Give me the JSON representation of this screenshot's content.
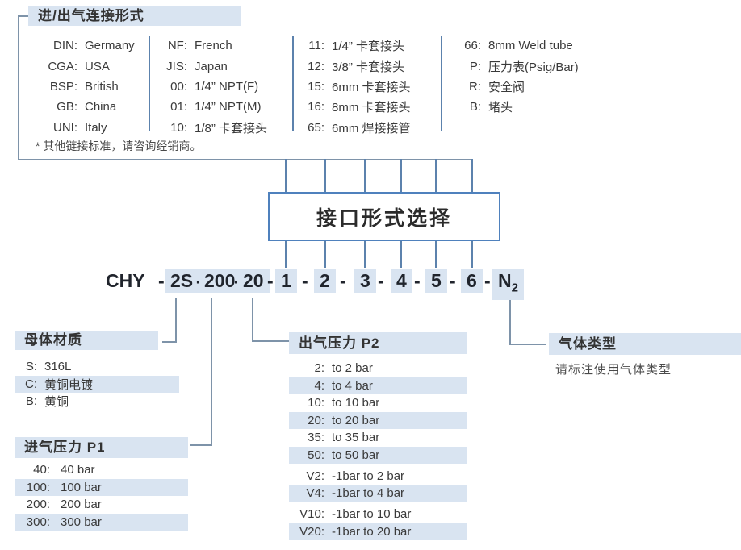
{
  "colors": {
    "highlight": "#d9e4f1",
    "connector_line": "#7e93a9",
    "drop_line": "#5c82ad",
    "box_border": "#4f81bd",
    "text": "#3a3a3a"
  },
  "top_table": {
    "header": "进/出气连接形式",
    "footnote": "* 其他链接标准，请咨询经销商。",
    "col1": [
      {
        "key": "DIN:",
        "value": "Germany"
      },
      {
        "key": "CGA:",
        "value": "USA"
      },
      {
        "key": "BSP:",
        "value": "British"
      },
      {
        "key": "GB:",
        "value": "China"
      },
      {
        "key": "UNI:",
        "value": "Italy"
      }
    ],
    "col2": [
      {
        "key": "NF:",
        "value": "French"
      },
      {
        "key": "JIS:",
        "value": "Japan"
      },
      {
        "key": "00:",
        "value": "1/4” NPT(F)"
      },
      {
        "key": "01:",
        "value": "1/4” NPT(M)"
      },
      {
        "key": "10:",
        "value": "1/8” 卡套接头"
      }
    ],
    "col3": [
      {
        "key": "11:",
        "value": "1/4” 卡套接头"
      },
      {
        "key": "12:",
        "value": "3/8” 卡套接头"
      },
      {
        "key": "15:",
        "value": "6mm 卡套接头"
      },
      {
        "key": "16:",
        "value": "8mm 卡套接头"
      },
      {
        "key": "65:",
        "value": "6mm 焊接接管"
      }
    ],
    "col4": [
      {
        "key": "66:",
        "value": "8mm Weld tube"
      },
      {
        "key": "P:",
        "value": "压力表(Psig/Bar)"
      },
      {
        "key": "R:",
        "value": "安全阀"
      },
      {
        "key": "B:",
        "value": "堵头"
      }
    ]
  },
  "selector_box": {
    "label": "接口形式选择"
  },
  "model_code": {
    "prefix": "CHY",
    "dash": "-",
    "material_code": "2S",
    "p1_code": "200",
    "p2_code": "20",
    "port_codes": [
      "1",
      "2",
      "3",
      "4",
      "5",
      "6"
    ],
    "gas_code": "N",
    "gas_sub": "2"
  },
  "sections": {
    "material": {
      "title": "母体材质",
      "rows": [
        {
          "key": "S:",
          "value": "316L"
        },
        {
          "key": "C:",
          "value": "黄铜电镀"
        },
        {
          "key": "B:",
          "value": "黄铜"
        }
      ]
    },
    "inlet_pressure": {
      "title": "进气压力 P1",
      "rows": [
        {
          "key": "40:",
          "value": "40 bar"
        },
        {
          "key": "100:",
          "value": "100 bar"
        },
        {
          "key": "200:",
          "value": "200 bar"
        },
        {
          "key": "300:",
          "value": "300 bar"
        }
      ]
    },
    "outlet_pressure": {
      "title": "出气压力 P2",
      "rows": [
        {
          "key": "2:",
          "value": "to 2 bar"
        },
        {
          "key": "4:",
          "value": "to 4 bar"
        },
        {
          "key": "10:",
          "value": "to 10 bar"
        },
        {
          "key": "20:",
          "value": "to 20 bar"
        },
        {
          "key": "35:",
          "value": "to 35 bar"
        },
        {
          "key": "50:",
          "value": "to 50 bar"
        },
        {
          "key": "V2:",
          "value": "-1bar to 2 bar"
        },
        {
          "key": "V4:",
          "value": "-1bar to 4 bar"
        },
        {
          "key": "V10:",
          "value": "-1bar to 10 bar"
        },
        {
          "key": "V20:",
          "value": "-1bar to 20 bar"
        }
      ]
    },
    "gas_type": {
      "title": "气体类型",
      "note": "请标注使用气体类型"
    }
  }
}
